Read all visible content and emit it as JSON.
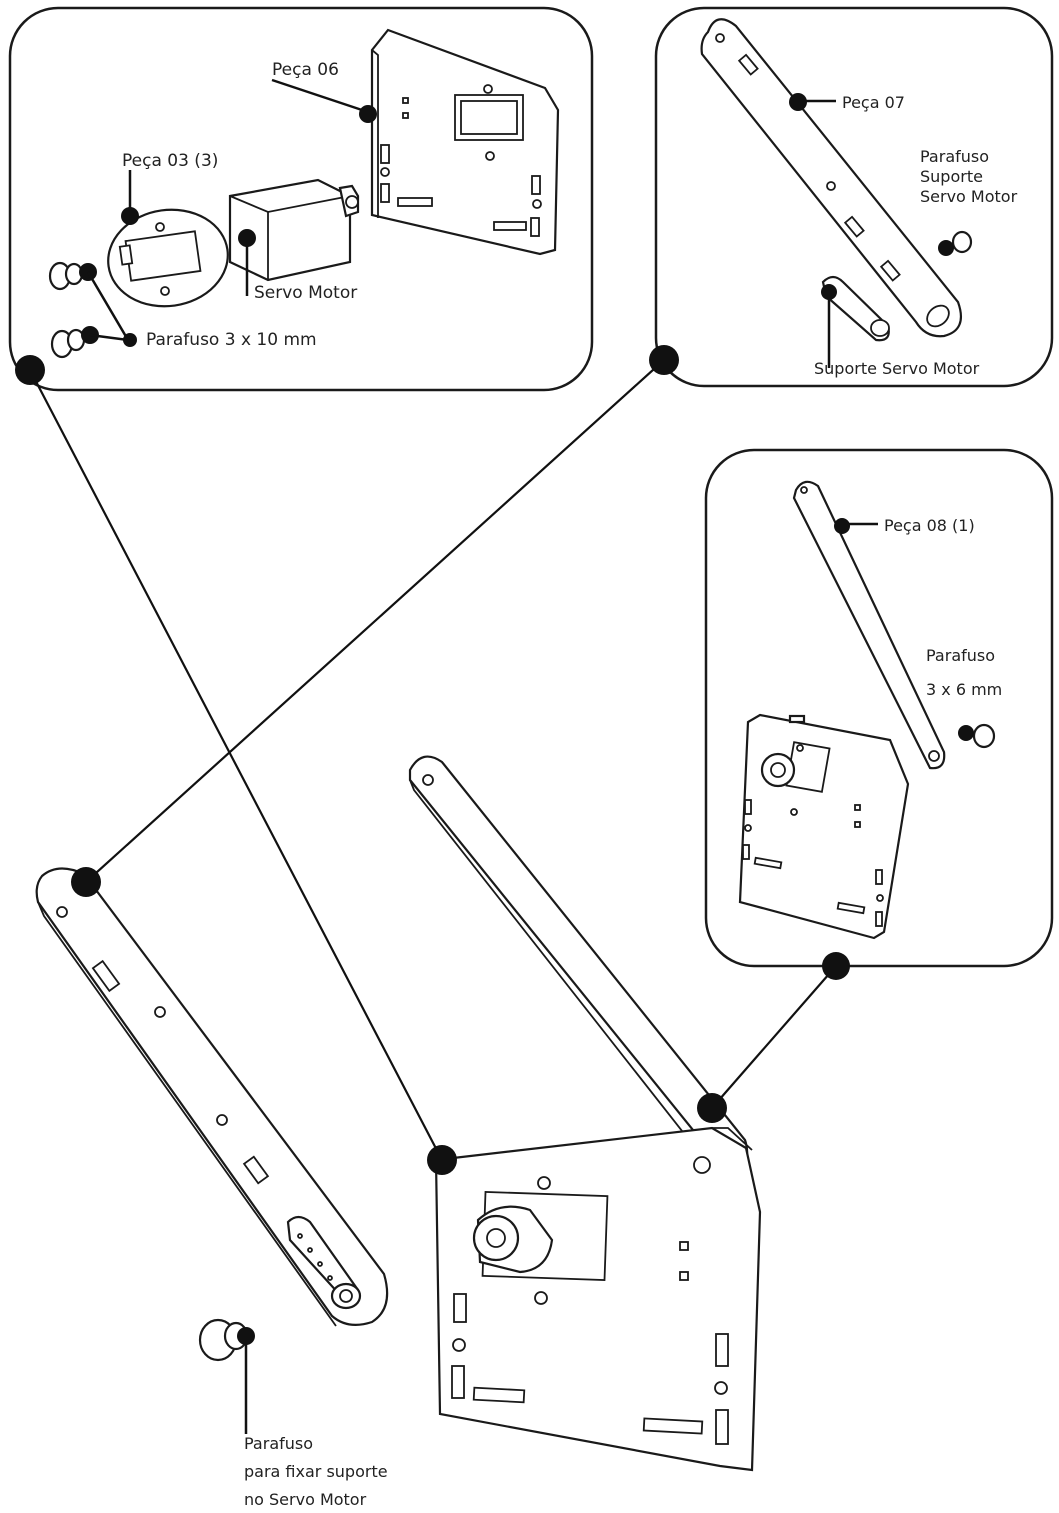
{
  "labels": {
    "peca06": "Peça 06",
    "peca03": "Peça 03 (3)",
    "servo_motor": "Servo Motor",
    "parafuso_3x10": "Parafuso 3 x  10 mm",
    "peca07": "Peça 07",
    "parafuso_suporte_line1": "Parafuso",
    "parafuso_suporte_line2": "Suporte",
    "parafuso_suporte_line3": "Servo Motor",
    "suporte_servo_motor": "Suporte Servo Motor",
    "peca08": "Peça 08 (1)",
    "parafuso_3x6_line1": "Parafuso",
    "parafuso_3x6_line2": "3 x  6 mm",
    "parafuso_fixar_line1": "Parafuso",
    "parafuso_fixar_line2": "para fixar suporte",
    "parafuso_fixar_line3": "no Servo Motor"
  },
  "colors": {
    "ink": "#111111",
    "background": "#ffffff"
  }
}
